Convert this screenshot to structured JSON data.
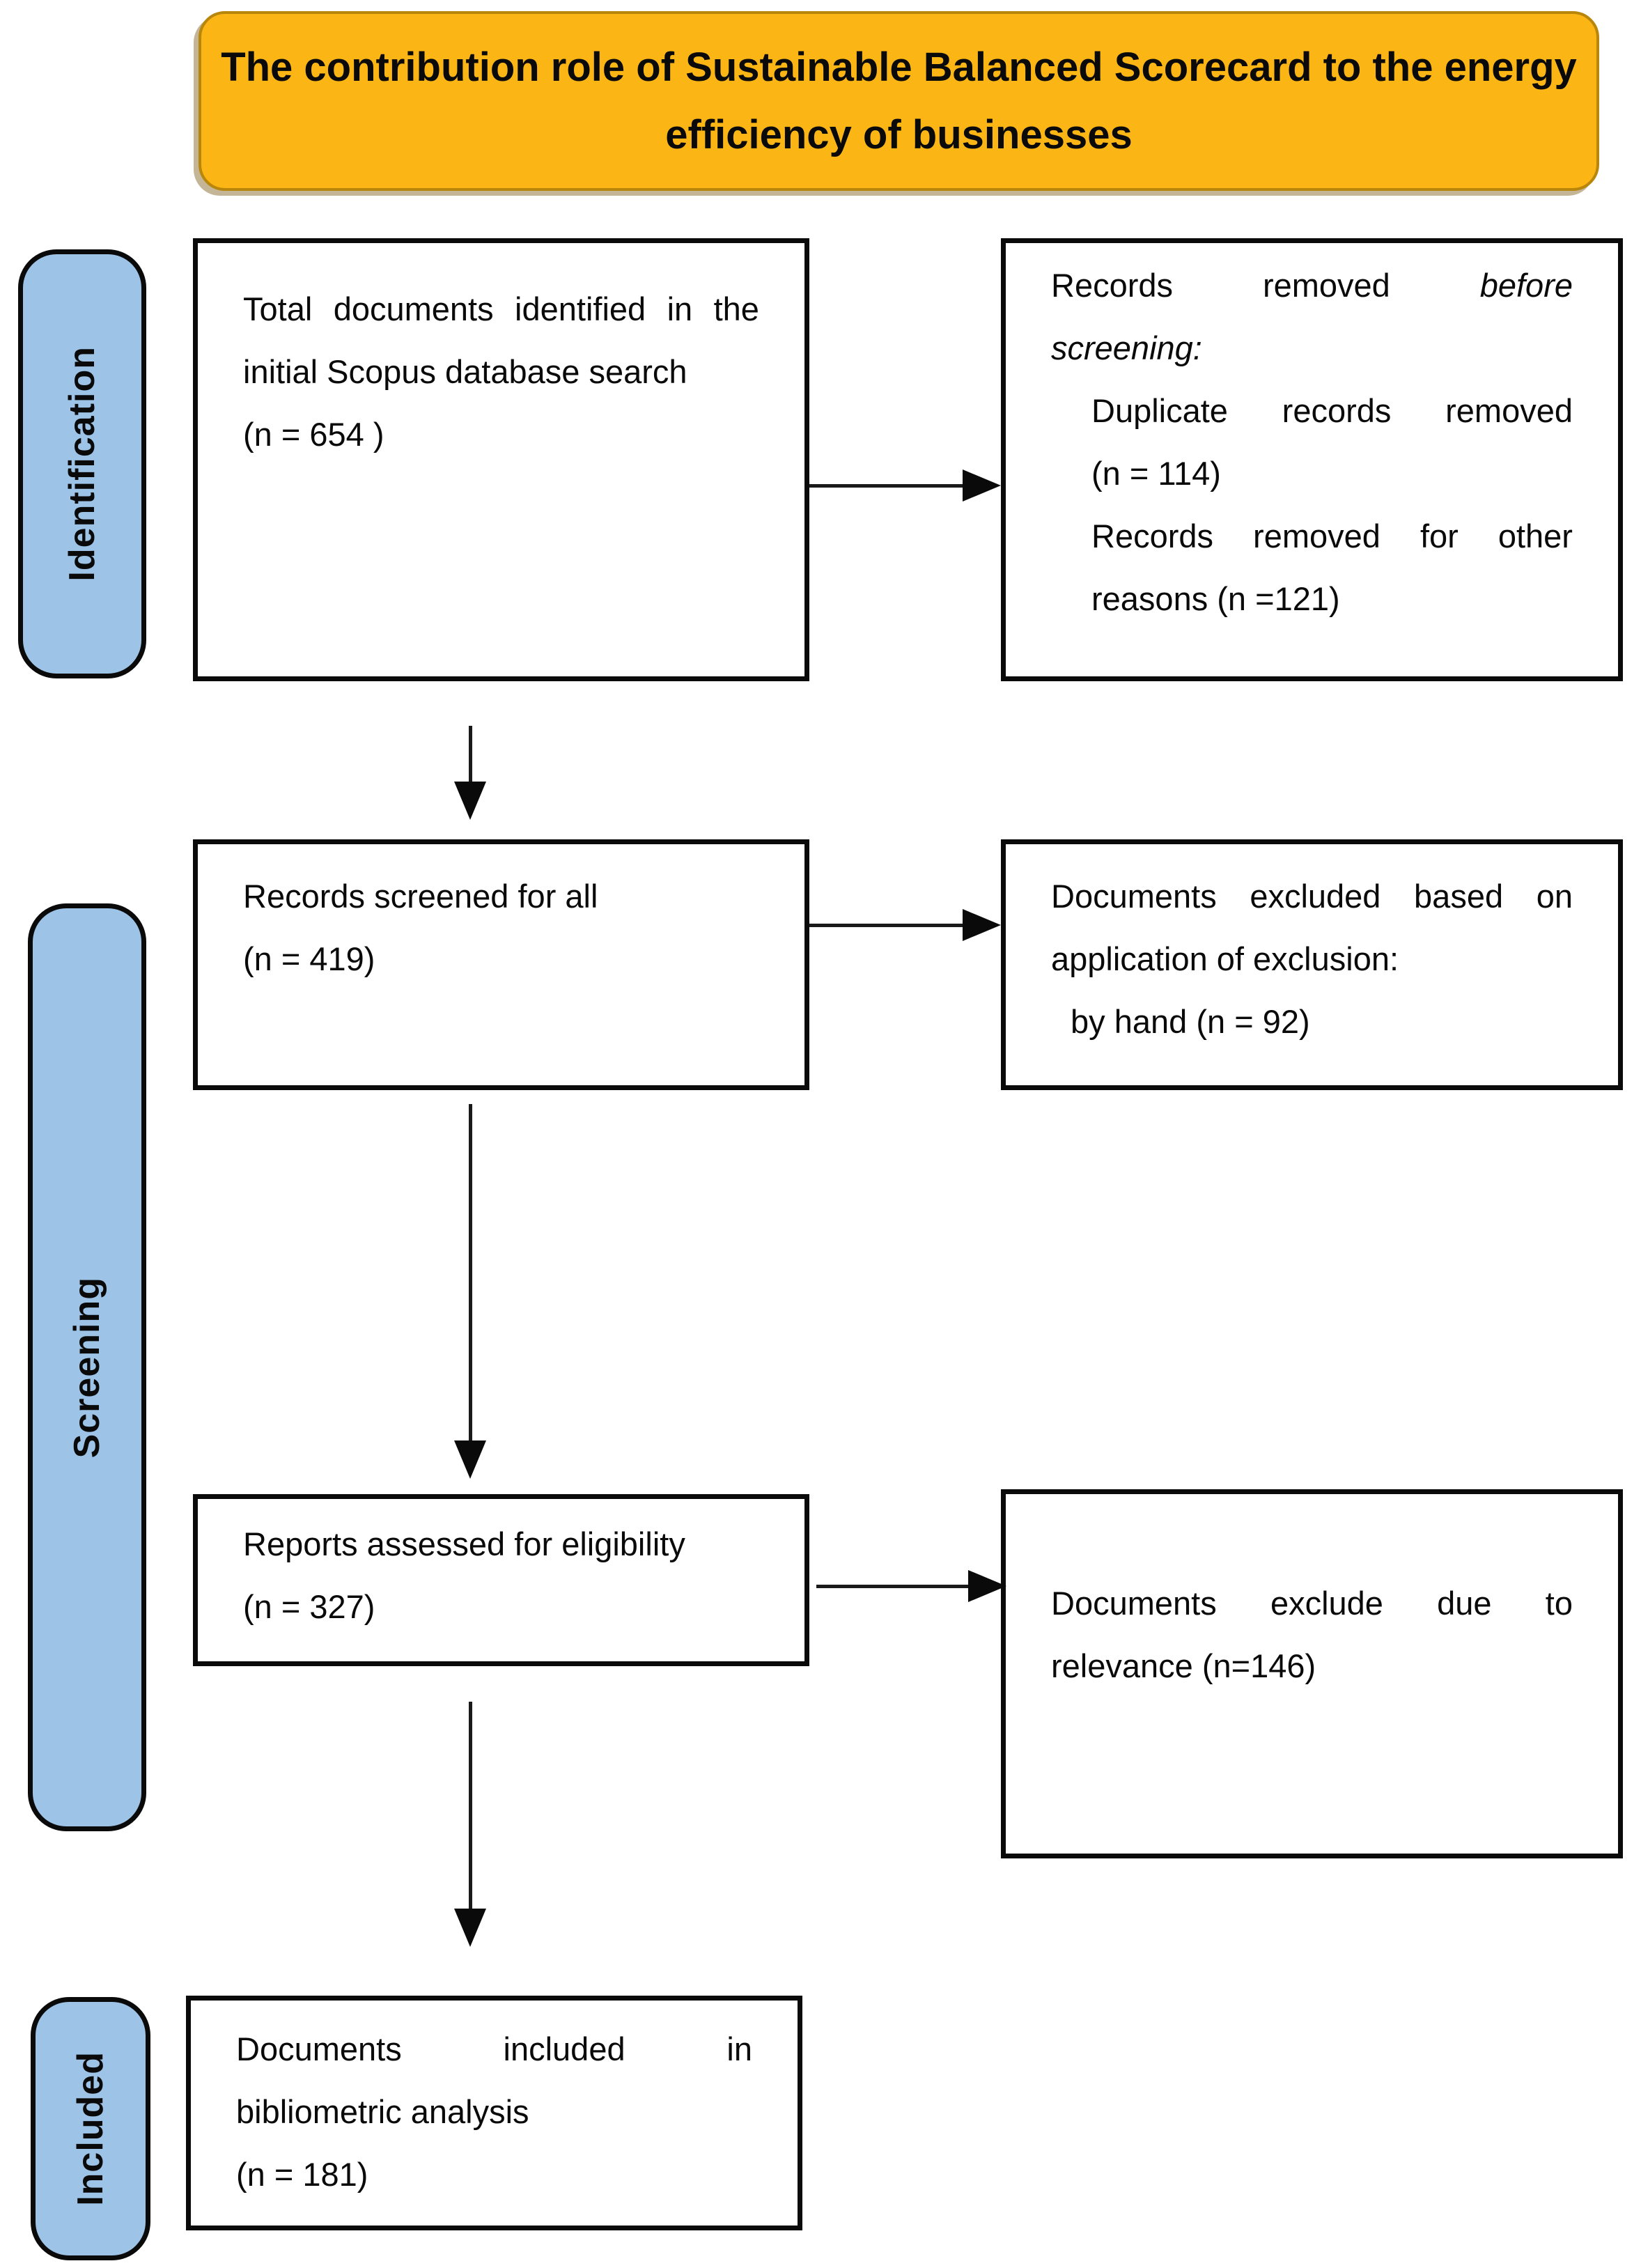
{
  "title": {
    "lines": [
      "The contribution role of Sustainable Balanced Scorecard to the energy",
      "efficiency of businesses"
    ]
  },
  "stages": [
    {
      "label": "Identification"
    },
    {
      "label": "Screening"
    },
    {
      "label": "Included"
    }
  ],
  "boxes": {
    "identified": {
      "lines": [
        {
          "t": "Total documents identified in the",
          "j": true
        },
        {
          "t": "initial Scopus database search"
        },
        {
          "t": "(n = 654 )"
        }
      ]
    },
    "removed_before_screening": {
      "lines": [
        {
          "t": "Records removed before",
          "j": true,
          "it": [
            2
          ]
        },
        {
          "t": "screening:",
          "it": [
            0
          ]
        },
        {
          "t": "Duplicate records removed",
          "j": true,
          "ind": 58
        },
        {
          "t": "(n = 114)",
          "ind": 58
        },
        {
          "t": "Records removed for other",
          "j": true,
          "ind": 58
        },
        {
          "t": "reasons (n =121)",
          "ind": 58
        }
      ]
    },
    "screened": {
      "lines": [
        {
          "t": "Records screened for all"
        },
        {
          "t": "(n = 419)"
        }
      ]
    },
    "excluded_by_hand": {
      "lines": [
        {
          "t": "Documents excluded based on",
          "j": true
        },
        {
          "t": "application of exclusion:"
        },
        {
          "t": "by hand (n = 92)",
          "ind": 28
        }
      ]
    },
    "assessed": {
      "lines": [
        {
          "t": "Reports assessed for eligibility"
        },
        {
          "t": "(n = 327)"
        }
      ]
    },
    "excluded_relevance": {
      "lines": [
        {
          "t": "Documents exclude due to",
          "j": true
        },
        {
          "t": "relevance (n=146)"
        }
      ]
    },
    "included_final": {
      "lines": [
        {
          "t": "Documents included in",
          "j": true
        },
        {
          "t": "bibliometric analysis"
        },
        {
          "t": "(n = 181)"
        }
      ]
    }
  },
  "colors": {
    "banner_orange": "#FBB615",
    "stage_blue": "#9DC3E6",
    "line_black": "#0a0a0a"
  }
}
